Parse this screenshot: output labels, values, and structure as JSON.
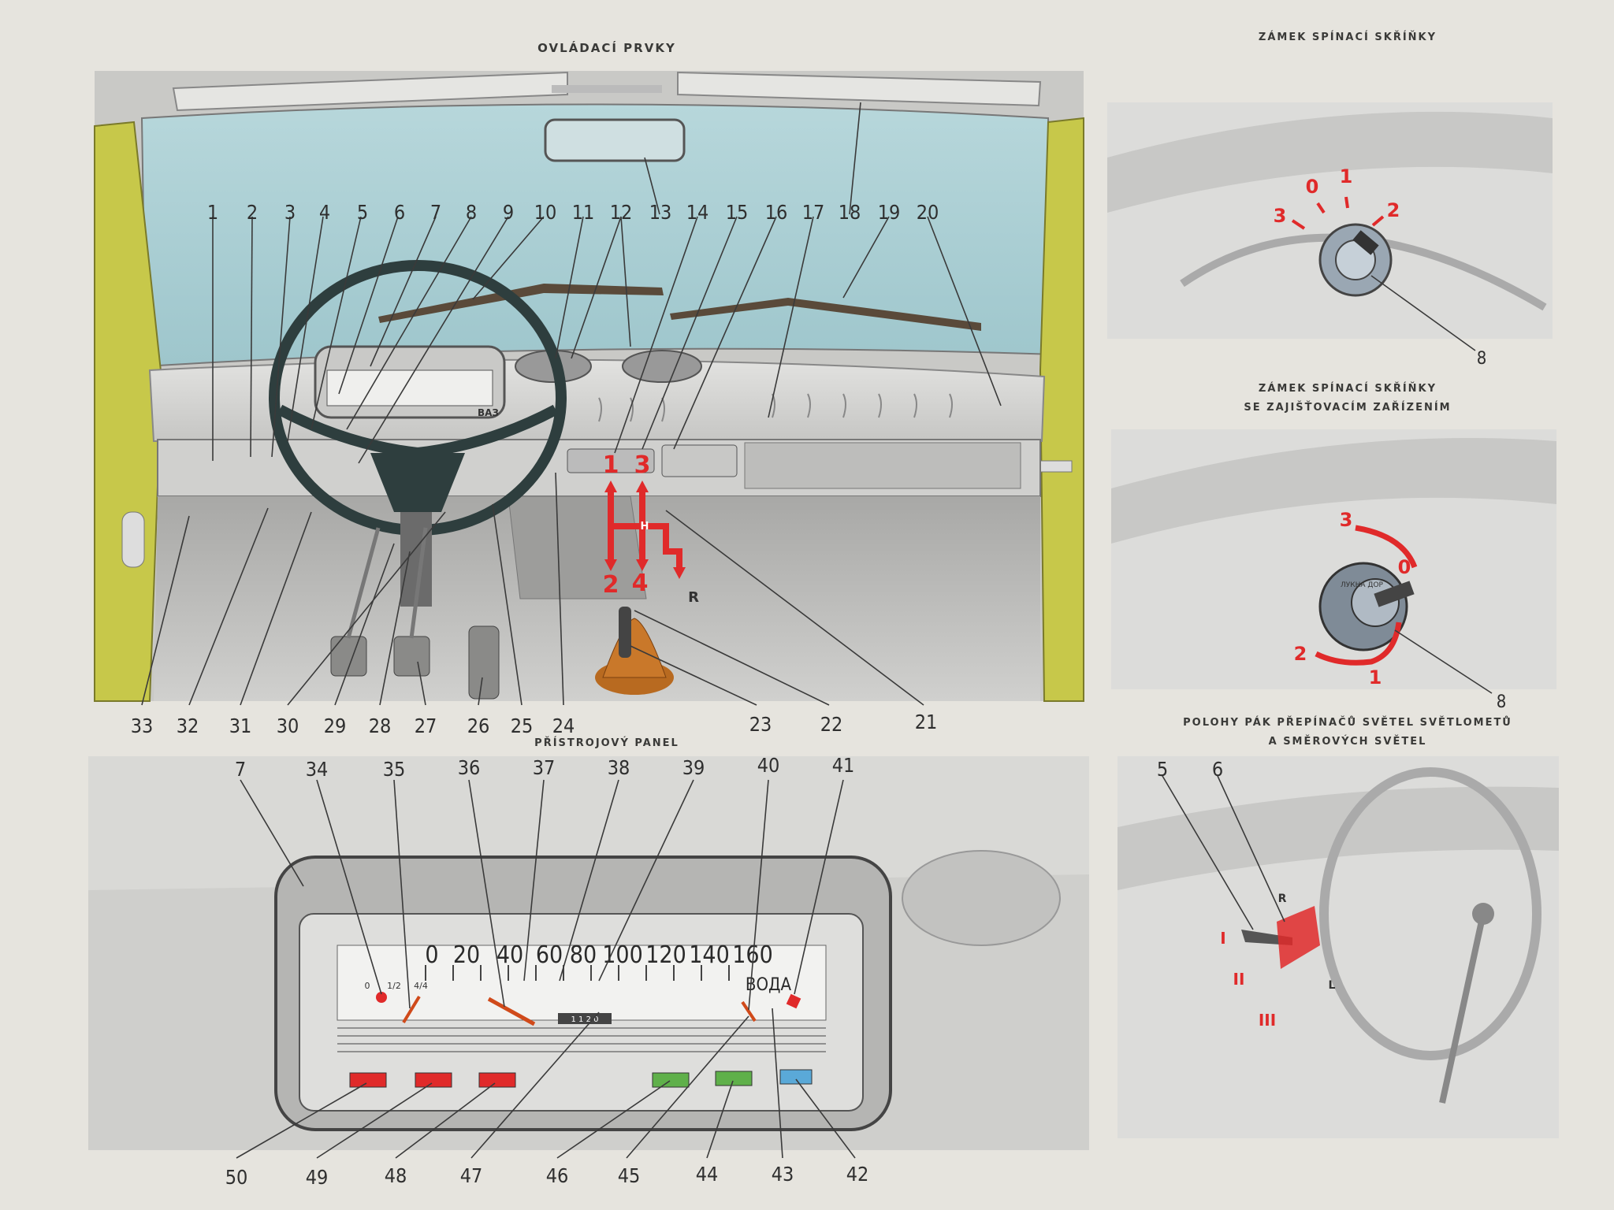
{
  "titles": {
    "controls": "OVLÁDACÍ PRVKY",
    "instrument_panel": "PŘÍSTROJOVÝ PANEL",
    "ignition_lock": "ZÁMEK SPÍNACÍ SKŘÍŇKY",
    "ignition_lock_safety_line1": "ZÁMEK SPÍNACÍ SKŘÍŇKY",
    "ignition_lock_safety_line2": "SE ZAJIŠŤOVACÍM ZAŘÍZENÍM",
    "switch_positions_line1": "POLOHY PÁK PŘEPÍNAČŮ SVĚTEL SVĚTLOMETŮ",
    "switch_positions_line2": "A SMĚROVÝCH SVĚTEL"
  },
  "callouts_top": [
    "1",
    "2",
    "3",
    "4",
    "5",
    "6",
    "7",
    "8",
    "9",
    "10",
    "11",
    "12",
    "13",
    "14",
    "15",
    "16",
    "17",
    "18",
    "19",
    "20"
  ],
  "callouts_bottom_row": [
    "33",
    "32",
    "31",
    "30",
    "29",
    "28",
    "27",
    "26",
    "25",
    "24",
    "23",
    "22",
    "21"
  ],
  "callouts_panel_top": [
    "7",
    "34",
    "35",
    "36",
    "37",
    "38",
    "39",
    "40",
    "41"
  ],
  "callouts_panel_bottom": [
    "50",
    "49",
    "48",
    "47",
    "46",
    "45",
    "44",
    "43",
    "42"
  ],
  "gear_labels": [
    "1",
    "3",
    "2",
    "4",
    "R",
    "H"
  ],
  "speedo_scale": [
    "0",
    "20",
    "40",
    "60",
    "80",
    "100",
    "120",
    "140",
    "160"
  ],
  "fuel_marks": [
    "0",
    "1/2",
    "4/4"
  ],
  "water_label": "ВОДА",
  "odometer": "1 1 2 0",
  "badge": "ВАЗ",
  "lock1": {
    "positions": [
      "3",
      "0",
      "1",
      "2"
    ],
    "callout": "8"
  },
  "lock2": {
    "positions": [
      "3",
      "0",
      "2",
      "1"
    ],
    "callout": "8",
    "key_text": "ЛУКНА ДОР"
  },
  "stalks": {
    "callouts": [
      "5",
      "6"
    ],
    "positions": [
      "R",
      "I",
      "II",
      "III",
      "L"
    ]
  },
  "colors": {
    "paper": "#e6e4de",
    "windshield": "#a9cdd3",
    "door": "#c7c84a",
    "warning_red": "#e02a2a",
    "lamp_green": "#5fb04a",
    "lamp_blue": "#5aa9d8"
  }
}
